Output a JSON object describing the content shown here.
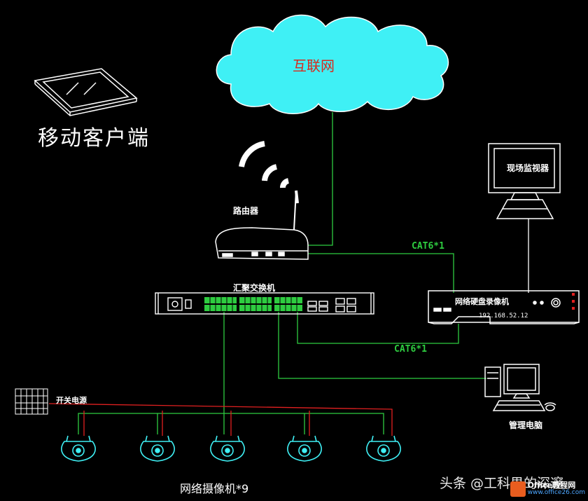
{
  "labels": {
    "internet": "互联网",
    "mobile_client": "移动客户端",
    "router": "路由器",
    "monitor": "现场监视器",
    "aggregation_switch": "汇聚交换机",
    "nvr": "网络硬盘录像机",
    "nvr_ip": "192.168.52.12",
    "cable_top": "CAT6*1",
    "cable_bottom": "CAT6*1",
    "power": "开关电源",
    "management_pc": "管理电脑",
    "cameras": "网络摄像机*9"
  },
  "watermark": {
    "text": "头条 @工科男的深邃",
    "site": "Office教程网",
    "url": "www.office26.com"
  },
  "colors": {
    "background": "#000000",
    "cloud": "#3ff0f5",
    "internet_text": "#d9291c",
    "cable": "#2ecc40",
    "power_wire": "#e02020",
    "device": "#ffffff",
    "camera": "#3ff0f5"
  }
}
